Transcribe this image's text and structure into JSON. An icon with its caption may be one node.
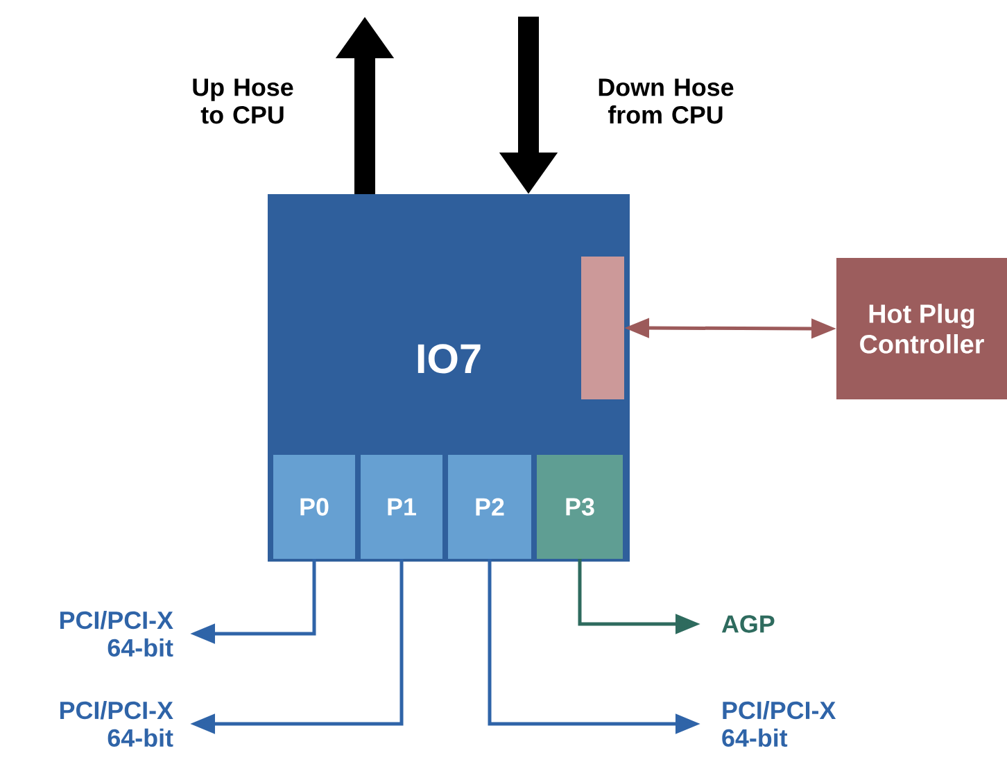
{
  "diagram": {
    "nodes": [
      {
        "text": [
          "IO7"
        ]
      },
      {
        "text": [],
        "shape": "box",
        "in": 0
      },
      {
        "text": [
          "P0"
        ],
        "in": 0
      },
      {
        "text": [
          "P1"
        ],
        "in": 0
      },
      {
        "text": [
          "P2"
        ],
        "in": 0
      },
      {
        "text": [
          "P3"
        ],
        "in": 0
      },
      {
        "text": [
          "Hot Plug Controller"
        ]
      },
      {
        "text": [
          "PCI/PCI-X 64-bit"
        ]
      },
      {
        "text": [
          "PCI/PCI-X 64-bit"
        ]
      },
      {
        "text": [
          "PCI/PCI-X 64-bit"
        ]
      },
      {
        "text": [
          "AGP"
        ]
      }
    ],
    "edges": [
      {
        "from": 0,
        "to": null,
        "arrow": "to",
        "label": "Up Hose to CPU",
        "style": "thick",
        "color": "#000000"
      },
      {
        "from": null,
        "to": 0,
        "arrow": "to",
        "label": "Down Hose from CPU",
        "style": "thick",
        "color": "#000000"
      },
      {
        "from": 1,
        "to": 6,
        "arrow": "both",
        "color": "#9c5a5a"
      },
      {
        "from": 2,
        "to": 7,
        "arrow": "to"
      },
      {
        "from": 3,
        "to": 8,
        "arrow": "to"
      },
      {
        "from": 4,
        "to": 9,
        "arrow": "to"
      },
      {
        "from": 5,
        "to": 10,
        "arrow": "to",
        "color": "#2e6b5e"
      }
    ]
  }
}
